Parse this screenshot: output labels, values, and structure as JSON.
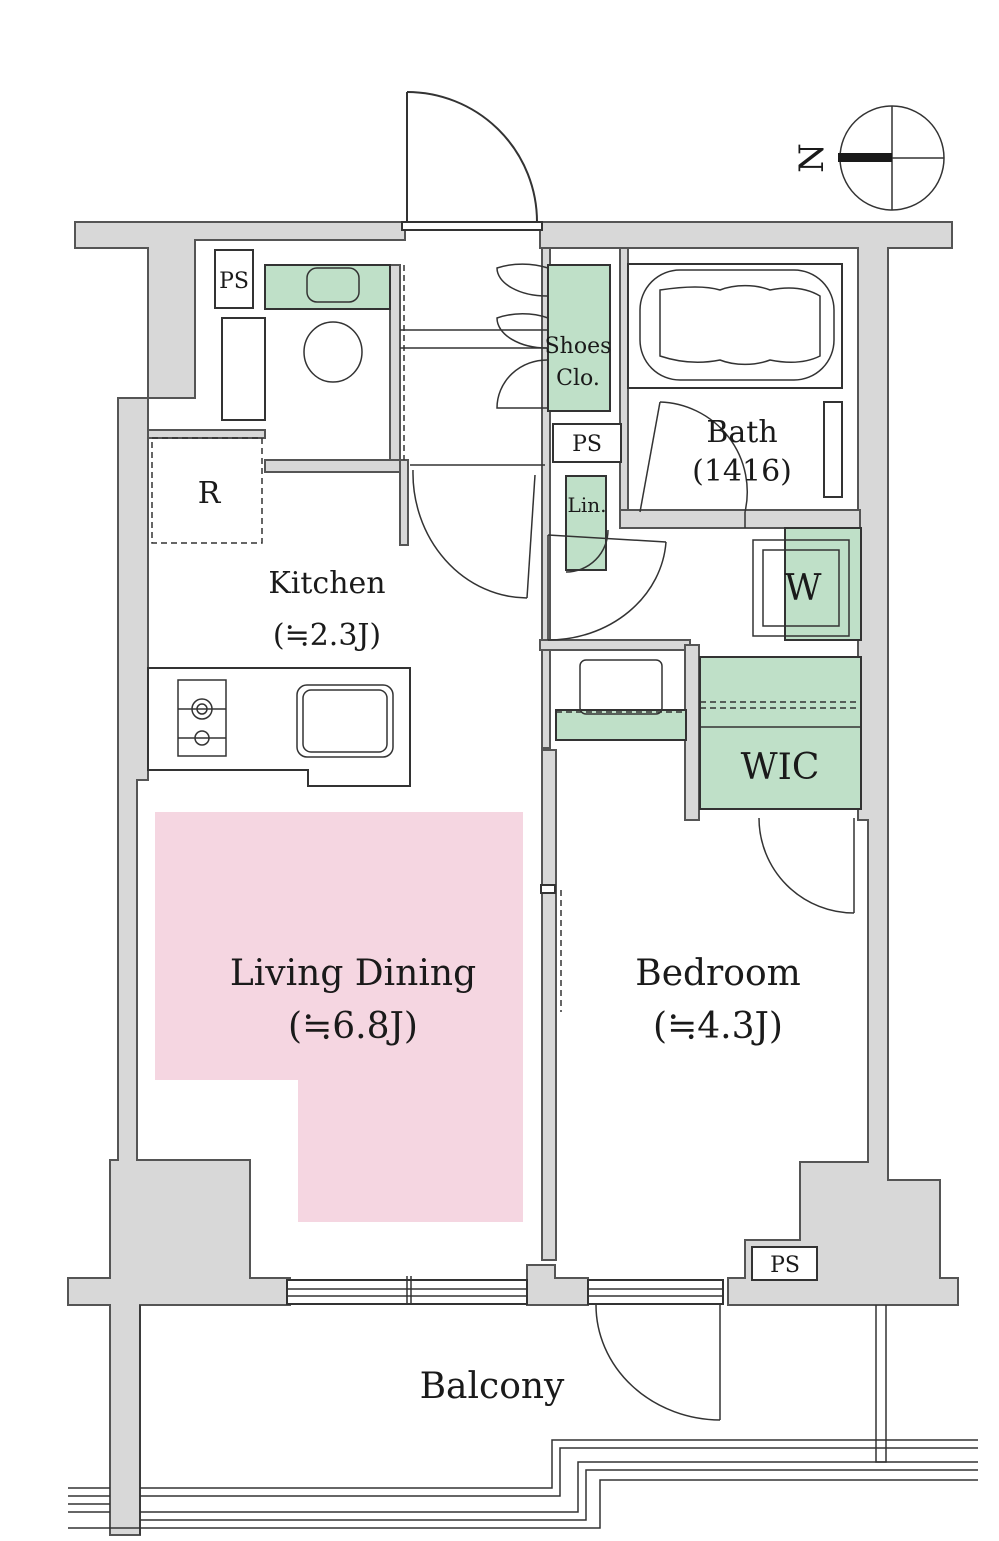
{
  "rooms": {
    "kitchen": {
      "name": "Kitchen",
      "size": "(≒2.3J)"
    },
    "living_dining": {
      "name": "Living Dining",
      "size": "(≒6.8J)"
    },
    "bedroom": {
      "name": "Bedroom",
      "size": "(≒4.3J)"
    },
    "bath": {
      "name": "Bath",
      "size": "(1416)"
    },
    "balcony": {
      "name": "Balcony"
    },
    "wic": {
      "name": "WIC"
    },
    "washer": {
      "name": "W"
    },
    "linen": {
      "name": "Lin."
    },
    "shoes_closet": {
      "line1": "Shoes",
      "line2": "Clo."
    },
    "refrigerator": {
      "name": "R"
    }
  },
  "pipe_spaces": [
    "PS",
    "PS",
    "PS"
  ],
  "compass": {
    "label": "N"
  },
  "colors": {
    "wall": "#d8d8d8",
    "storage_green": "#bfe0c8",
    "living_pink": "#f5d6e1"
  }
}
